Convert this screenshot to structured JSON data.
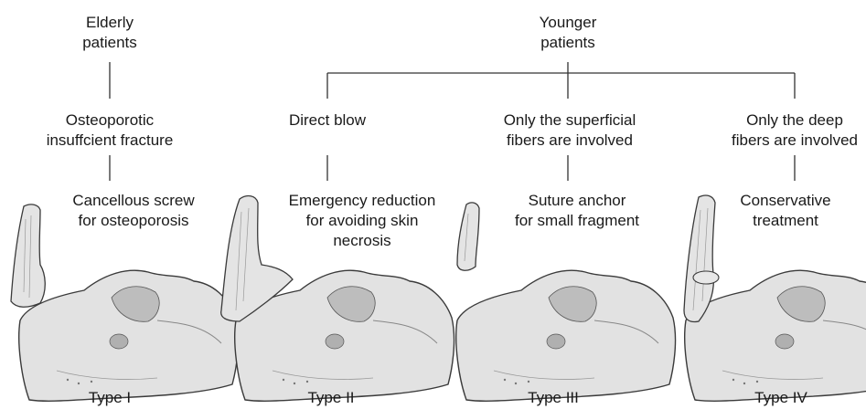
{
  "nodes": {
    "elderly": "Elderly\npatients",
    "younger": "Younger\npatients",
    "osteoporotic": "Osteoporotic\ninsuffcient fracture",
    "direct_blow": "Direct blow",
    "superficial": "Only the superficial\nfibers are involved",
    "deep": "Only the deep\nfibers are involved",
    "cancellous": "Cancellous screw\nfor osteoporosis",
    "emergency": "Emergency reduction\nfor avoiding skin\nnecrosis",
    "suture": "Suture anchor\nfor small fragment",
    "conservative": "Conservative\ntreatment"
  },
  "types": [
    "Type I",
    "Type II",
    "Type III",
    "Type IV"
  ],
  "colors": {
    "line": "#333333",
    "bone_fill": "#e2e2e2",
    "bone_stroke": "#3a3a3a",
    "bone_shade": "#b5b5b5"
  }
}
